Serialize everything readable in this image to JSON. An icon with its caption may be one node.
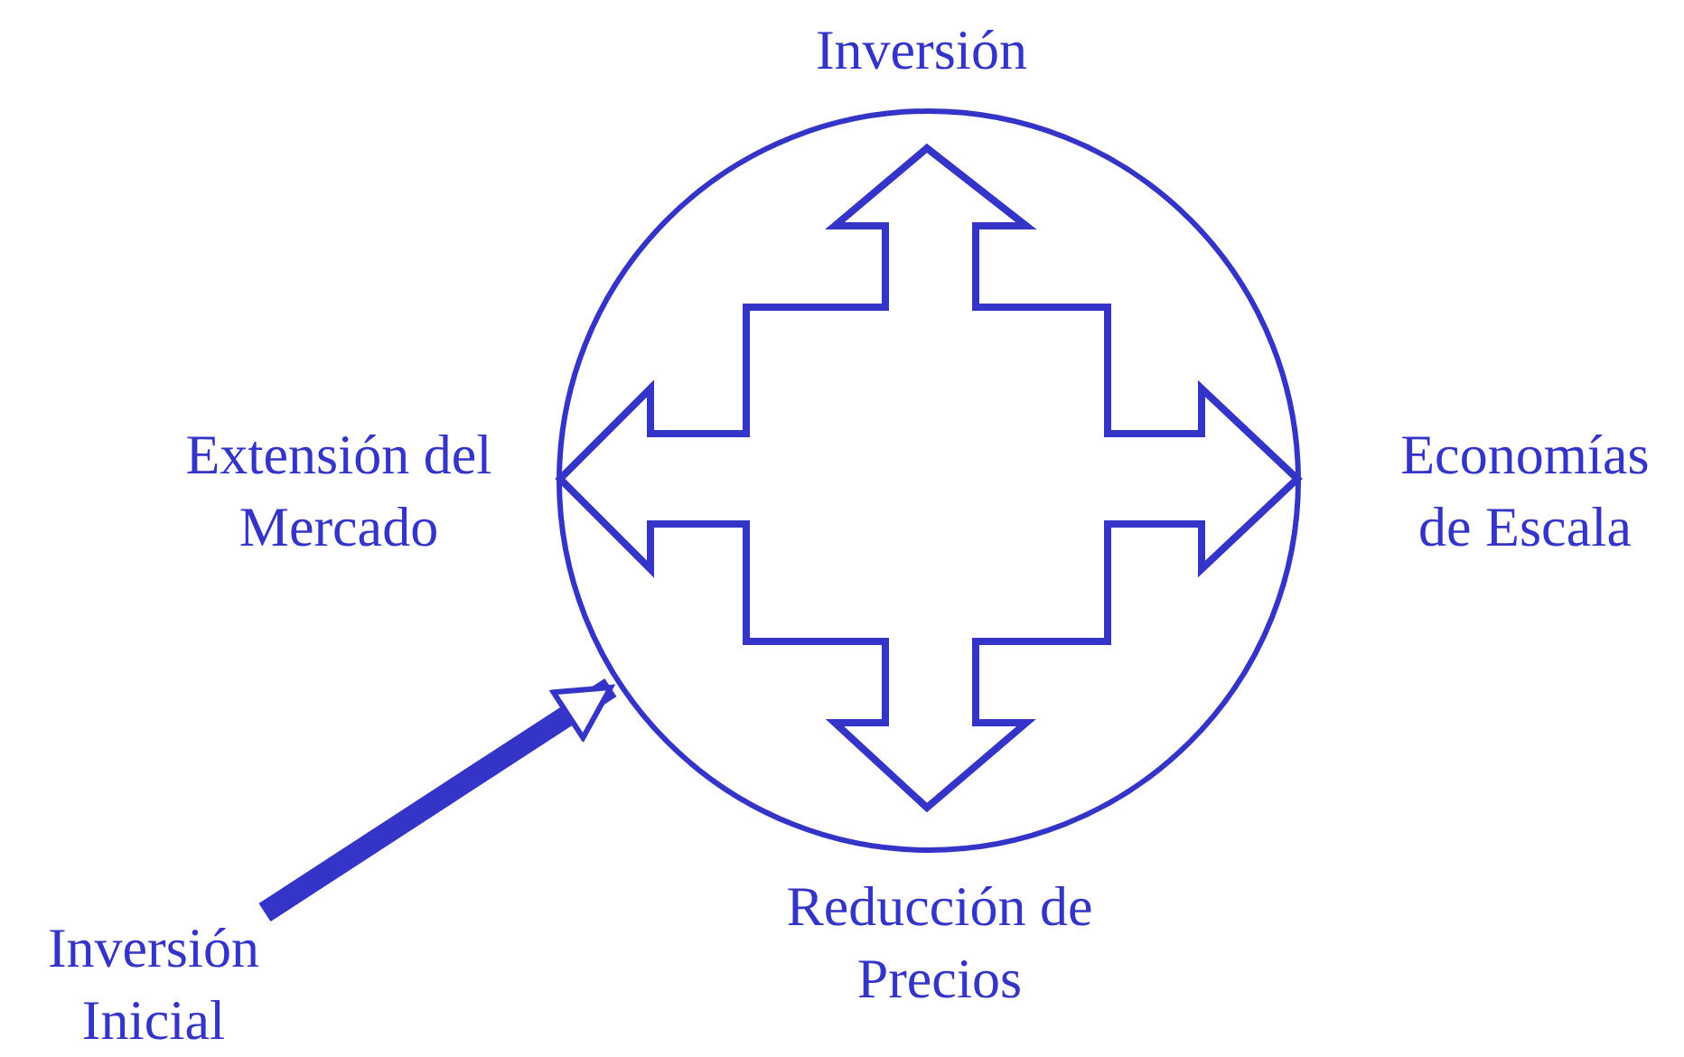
{
  "diagram": {
    "nodes": [
      {
        "text": [],
        "shape": "circle"
      },
      {
        "text": [
          "Inversión"
        ]
      },
      {
        "text": [
          "Extensión del Mercado"
        ]
      },
      {
        "text": [
          "Economías de Escala"
        ]
      },
      {
        "text": [
          "Reducción de Precios"
        ]
      },
      {
        "text": [
          "Inversión Inicial"
        ]
      }
    ],
    "edges": [
      {
        "from": 5,
        "to": 0,
        "arrow": "to"
      }
    ]
  }
}
